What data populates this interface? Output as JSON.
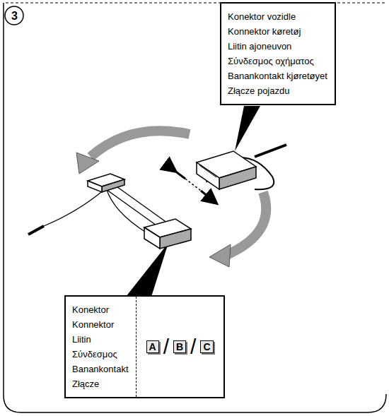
{
  "diagram": {
    "nodes": [
      {
        "text": [
          "Konektor vozidle",
          "Konnektor køretøj",
          "Liitin ajoneuvon",
          "Σύνδεσμος οχήματος",
          "Banankontakt kjøretøyet",
          "Złącze pojazdu"
        ]
      },
      {
        "text": [
          "Konektor",
          "Konnektor",
          "Liitin",
          "Σύνδεσμος",
          "Banankontakt",
          "Złącze",
          "A",
          "/",
          "B",
          "/",
          "C"
        ]
      }
    ],
    "labels": [
      "3"
    ]
  }
}
